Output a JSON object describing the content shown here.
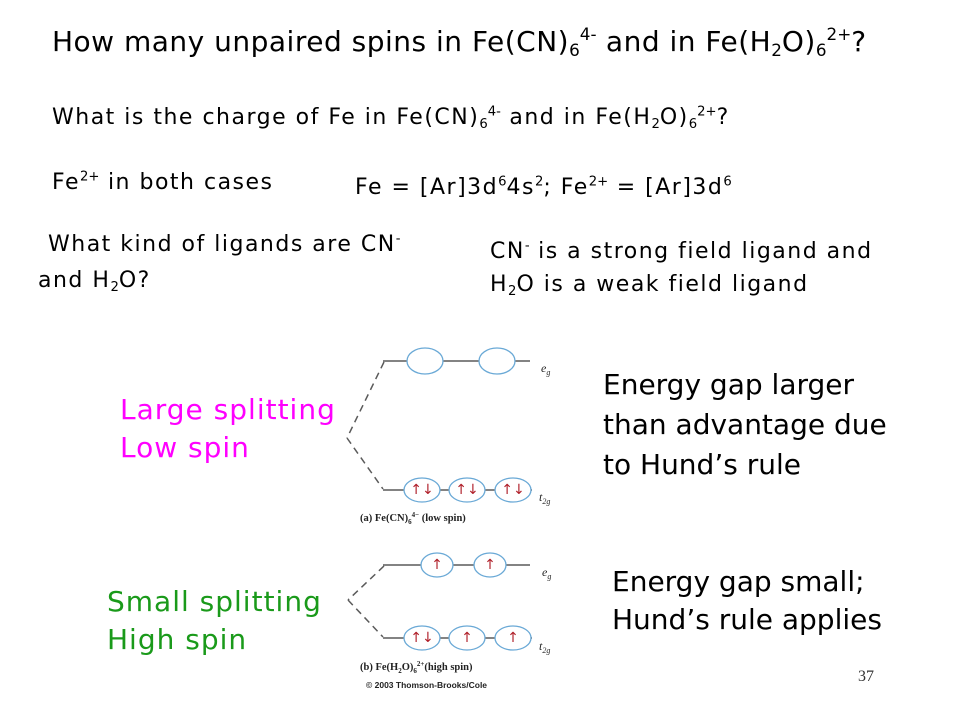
{
  "slide": {
    "page_number": "37",
    "colors": {
      "low_spin_text": "#ff00ff",
      "high_spin_text": "#1a9a1a",
      "energy_level_line": "#5a5a5a",
      "orbital_outline": "#6aa9d6",
      "electron_arrow": "#b0202a"
    },
    "question_unpaired_spins": [
      "How many unpaired spins in Fe(CN)",
      "6",
      "4-",
      " and in Fe(H",
      "2",
      "O)",
      "6",
      "2+",
      "?"
    ],
    "question_charge": [
      "What is the charge of Fe in Fe(CN)",
      "6",
      "4-",
      " and in Fe(H",
      "2",
      "O)",
      "6",
      "2+",
      "?"
    ],
    "answer_charge": [
      "Fe",
      "2+",
      " in both cases"
    ],
    "electron_configuration": [
      "Fe = [Ar]3d",
      "6",
      "4s",
      "2",
      "; Fe",
      "2+",
      " = [Ar]3d",
      "6"
    ],
    "question_ligands": {
      "line1": [
        "What kind of ligands are CN",
        "-"
      ],
      "line2": [
        "and H",
        "2",
        "O?"
      ]
    },
    "answer_ligands": {
      "line1": [
        "CN",
        "-",
        " is a strong field ligand and"
      ],
      "line2": [
        "H",
        "2",
        "O is a weak field ligand"
      ]
    },
    "low_spin": {
      "labels": [
        "Large splitting",
        "Low spin"
      ],
      "explanation": [
        "Energy gap larger",
        "than advantage due",
        "to Hund’s rule"
      ]
    },
    "high_spin": {
      "labels": [
        "Small splitting",
        "High spin"
      ],
      "explanation": [
        "Energy gap small;",
        "Hund’s rule applies"
      ]
    },
    "diagram_a": {
      "eg_label": [
        "e",
        "g"
      ],
      "t2g_label": [
        "t",
        "2g"
      ],
      "eg_orbitals": [
        "",
        ""
      ],
      "t2g_orbitals": [
        "↑↓",
        "↑↓",
        "↑↓"
      ],
      "caption": [
        "(a) Fe(CN)",
        "6",
        "4−",
        " (low spin)"
      ]
    },
    "diagram_b": {
      "eg_label": [
        "e",
        "g"
      ],
      "t2g_label": [
        "t",
        "2g"
      ],
      "eg_orbitals": [
        "↑",
        "↑"
      ],
      "t2g_orbitals": [
        "↑↓",
        "↑",
        "↑"
      ],
      "caption": [
        "(b) Fe(H",
        "2",
        "O)",
        "6",
        "2+",
        "(high spin)"
      ],
      "copyright": "© 2003 Thomson-Brooks/Cole"
    }
  }
}
